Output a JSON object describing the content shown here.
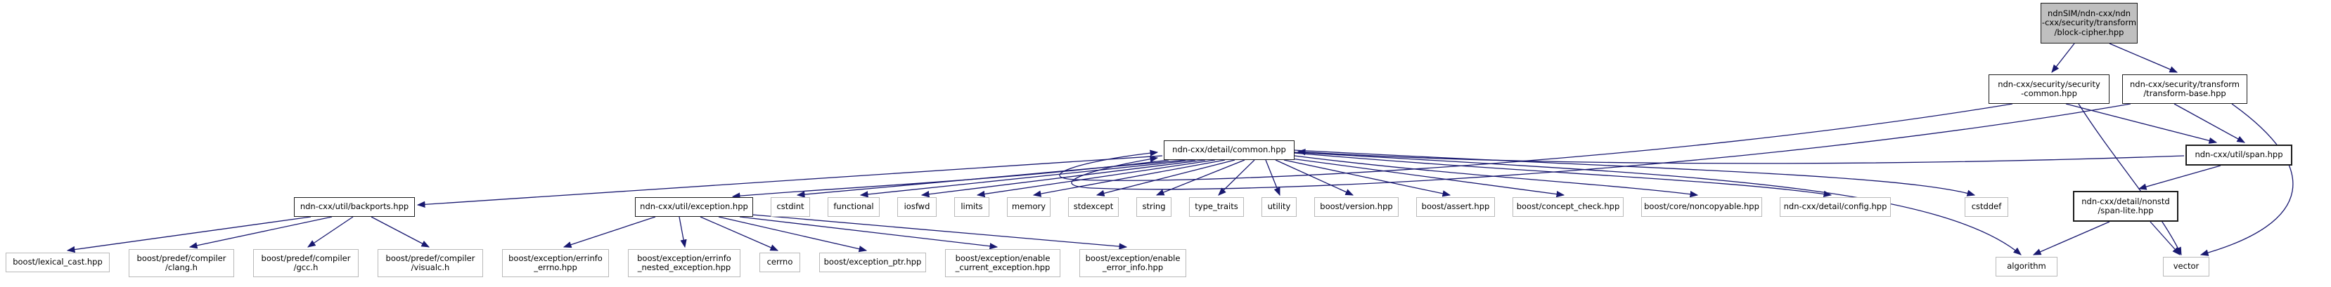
{
  "diagram": {
    "kind": "doxygen-include-dependency-graph",
    "root_file": "ndnSIM/ndn-cxx/ndn-cxx/security/transform/block-cipher.hpp",
    "colors": {
      "edge": "#191970",
      "node_fill": "#ffffff",
      "root_fill": "#bfbfbf",
      "doc_border": "#1c1c1c",
      "system_border": "#b9b9b9"
    },
    "nodes": [
      {
        "id": "blockcipher",
        "label": "ndnSIM/ndn-cxx/ndn\n-cxx/security/transform\n/block-cipher.hpp",
        "style": "root"
      },
      {
        "id": "seccommon",
        "label": "ndn-cxx/security/security\n-common.hpp",
        "style": "doc"
      },
      {
        "id": "transformbase",
        "label": "ndn-cxx/security/transform\n/transform-base.hpp",
        "style": "doc"
      },
      {
        "id": "common",
        "label": "ndn-cxx/detail/common.hpp",
        "style": "doc"
      },
      {
        "id": "span",
        "label": "ndn-cxx/util/span.hpp",
        "style": "doc-bold"
      },
      {
        "id": "backports",
        "label": "ndn-cxx/util/backports.hpp",
        "style": "doc"
      },
      {
        "id": "exception",
        "label": "ndn-cxx/util/exception.hpp",
        "style": "doc"
      },
      {
        "id": "cstdint",
        "label": "cstdint",
        "style": "system"
      },
      {
        "id": "functional",
        "label": "functional",
        "style": "system"
      },
      {
        "id": "iosfwd",
        "label": "iosfwd",
        "style": "system"
      },
      {
        "id": "limits",
        "label": "limits",
        "style": "system"
      },
      {
        "id": "memory",
        "label": "memory",
        "style": "system"
      },
      {
        "id": "stdexcept",
        "label": "stdexcept",
        "style": "system"
      },
      {
        "id": "string",
        "label": "string",
        "style": "system"
      },
      {
        "id": "typetraits",
        "label": "type_traits",
        "style": "system"
      },
      {
        "id": "utility",
        "label": "utility",
        "style": "system"
      },
      {
        "id": "boostversion",
        "label": "boost/version.hpp",
        "style": "system"
      },
      {
        "id": "boostassert",
        "label": "boost/assert.hpp",
        "style": "system"
      },
      {
        "id": "boostconcept",
        "label": "boost/concept_check.hpp",
        "style": "system"
      },
      {
        "id": "boostnoncopy",
        "label": "boost/core/noncopyable.hpp",
        "style": "system"
      },
      {
        "id": "config",
        "label": "ndn-cxx/detail/config.hpp",
        "style": "system"
      },
      {
        "id": "cstddef",
        "label": "cstddef",
        "style": "system"
      },
      {
        "id": "spanlite",
        "label": "ndn-cxx/detail/nonstd\n/span-lite.hpp",
        "style": "doc-bold"
      },
      {
        "id": "lexicalcast",
        "label": "boost/lexical_cast.hpp",
        "style": "system"
      },
      {
        "id": "clang",
        "label": "boost/predef/compiler\n/clang.h",
        "style": "system"
      },
      {
        "id": "gcc",
        "label": "boost/predef/compiler\n/gcc.h",
        "style": "system"
      },
      {
        "id": "visualc",
        "label": "boost/predef/compiler\n/visualc.h",
        "style": "system"
      },
      {
        "id": "errinfoerrno",
        "label": "boost/exception/errinfo\n_errno.hpp",
        "style": "system"
      },
      {
        "id": "errinfonested",
        "label": "boost/exception/errinfo\n_nested_exception.hpp",
        "style": "system"
      },
      {
        "id": "cerrno",
        "label": "cerrno",
        "style": "system"
      },
      {
        "id": "exceptionptr",
        "label": "boost/exception_ptr.hpp",
        "style": "system"
      },
      {
        "id": "enablecurrent",
        "label": "boost/exception/enable\n_current_exception.hpp",
        "style": "system"
      },
      {
        "id": "enableerror",
        "label": "boost/exception/enable\n_error_info.hpp",
        "style": "system"
      },
      {
        "id": "algorithm",
        "label": "algorithm",
        "style": "system"
      },
      {
        "id": "vector",
        "label": "vector",
        "style": "system"
      }
    ],
    "edges": [
      {
        "from": "blockcipher",
        "to": "seccommon"
      },
      {
        "from": "blockcipher",
        "to": "transformbase"
      },
      {
        "from": "seccommon",
        "to": "common"
      },
      {
        "from": "transformbase",
        "to": "common"
      },
      {
        "from": "span",
        "to": "common"
      },
      {
        "from": "seccommon",
        "to": "span"
      },
      {
        "from": "transformbase",
        "to": "span"
      },
      {
        "from": "seccommon",
        "to": "vector"
      },
      {
        "from": "transformbase",
        "to": "vector"
      },
      {
        "from": "span",
        "to": "spanlite"
      },
      {
        "from": "spanlite",
        "to": "algorithm"
      },
      {
        "from": "spanlite",
        "to": "vector"
      },
      {
        "from": "common",
        "to": "backports"
      },
      {
        "from": "common",
        "to": "exception"
      },
      {
        "from": "common",
        "to": "cstdint"
      },
      {
        "from": "common",
        "to": "functional"
      },
      {
        "from": "common",
        "to": "iosfwd"
      },
      {
        "from": "common",
        "to": "limits"
      },
      {
        "from": "common",
        "to": "memory"
      },
      {
        "from": "common",
        "to": "stdexcept"
      },
      {
        "from": "common",
        "to": "string"
      },
      {
        "from": "common",
        "to": "typetraits"
      },
      {
        "from": "common",
        "to": "utility"
      },
      {
        "from": "common",
        "to": "boostversion"
      },
      {
        "from": "common",
        "to": "boostassert"
      },
      {
        "from": "common",
        "to": "boostconcept"
      },
      {
        "from": "common",
        "to": "boostnoncopy"
      },
      {
        "from": "common",
        "to": "config"
      },
      {
        "from": "common",
        "to": "cstddef"
      },
      {
        "from": "common",
        "to": "algorithm"
      },
      {
        "from": "backports",
        "to": "lexicalcast"
      },
      {
        "from": "backports",
        "to": "clang"
      },
      {
        "from": "backports",
        "to": "gcc"
      },
      {
        "from": "backports",
        "to": "visualc"
      },
      {
        "from": "exception",
        "to": "errinfoerrno"
      },
      {
        "from": "exception",
        "to": "errinfonested"
      },
      {
        "from": "exception",
        "to": "cerrno"
      },
      {
        "from": "exception",
        "to": "exceptionptr"
      },
      {
        "from": "exception",
        "to": "enablecurrent"
      },
      {
        "from": "exception",
        "to": "enableerror"
      }
    ]
  }
}
